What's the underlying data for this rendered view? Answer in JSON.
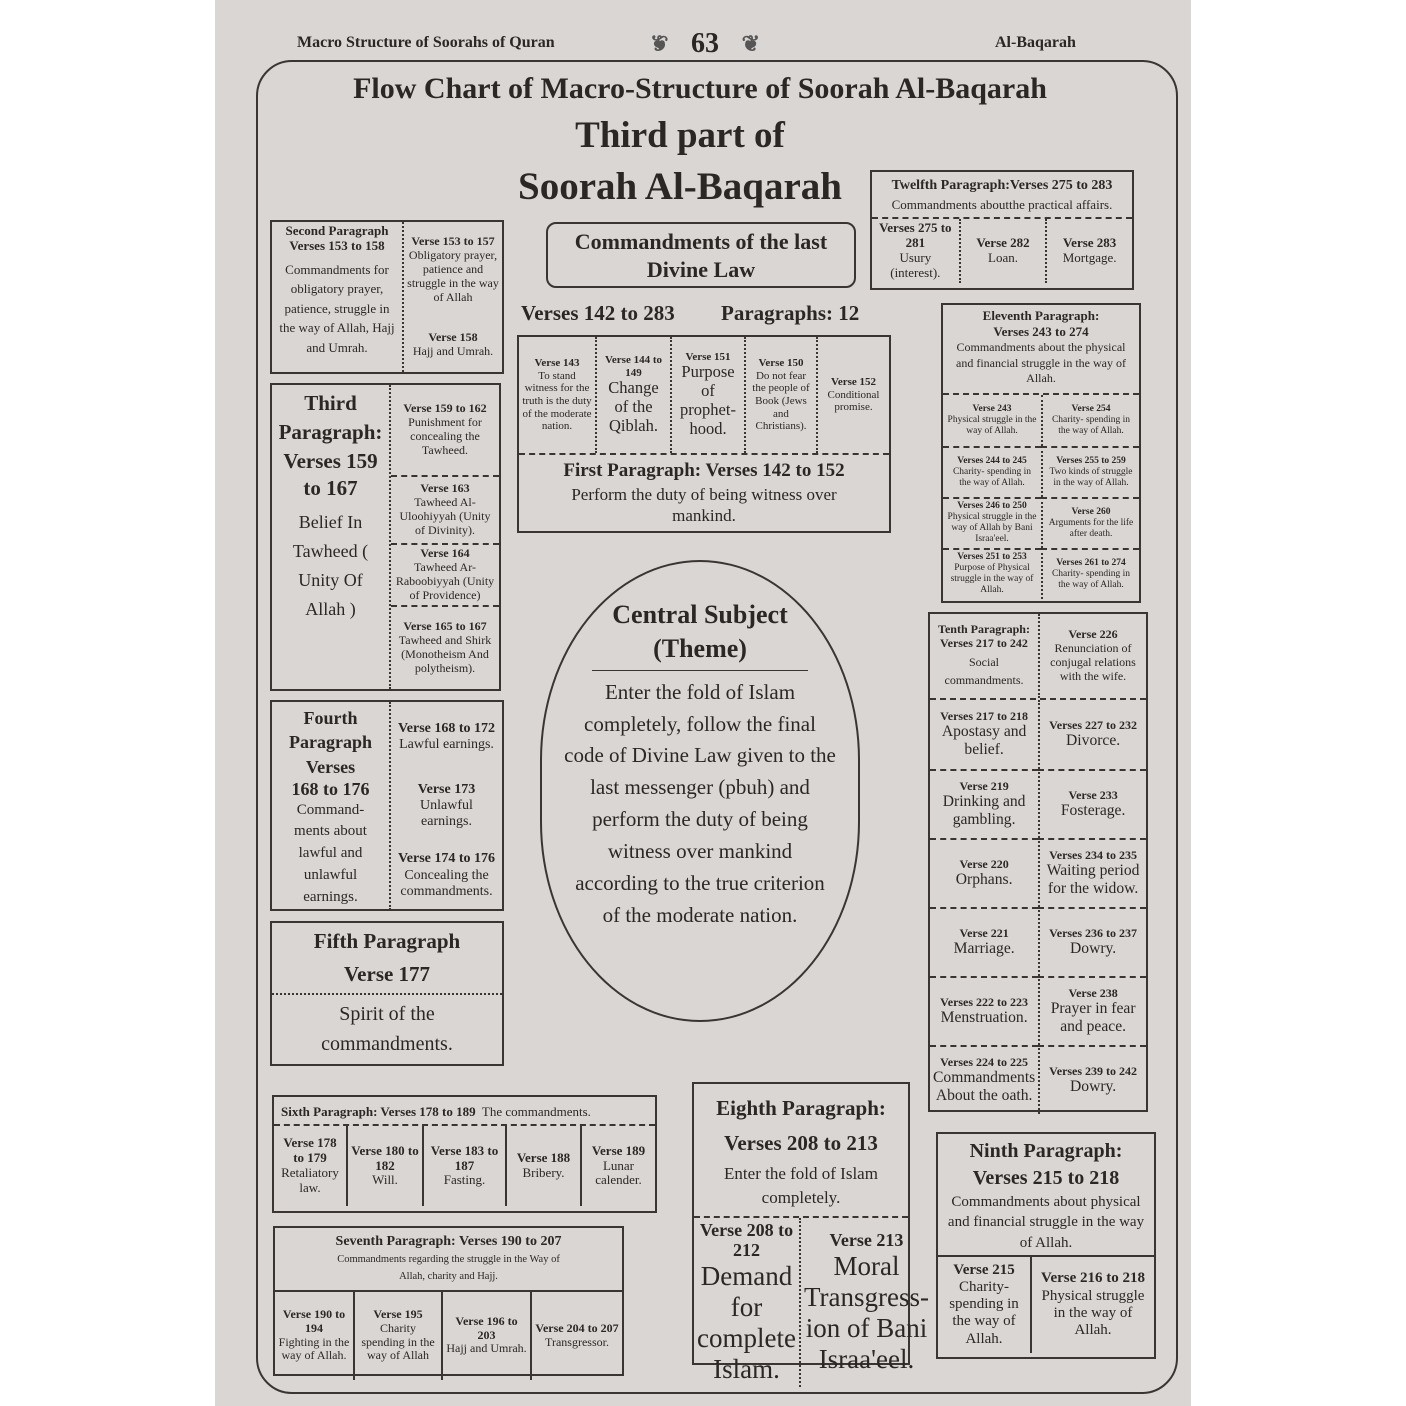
{
  "header": {
    "left": "Macro Structure of Soorahs of Quran",
    "page": "63",
    "right": "Al-Baqarah"
  },
  "title": {
    "line1": "Flow Chart of Macro-Structure of Soorah Al-Baqarah",
    "line2": "Third part of",
    "line3": "Soorah Al-Baqarah"
  },
  "commandments": "Commandments of the last Divine Law",
  "range": {
    "verses": "Verses 142 to 283",
    "paragraphs": "Paragraphs: 12"
  },
  "central": {
    "title": "Central Subject (Theme)",
    "text": "Enter the fold of Islam completely, follow the final code of Divine Law given to the last messenger (pbuh) and perform the duty of being witness over mankind according to the true criterion of the moderate nation."
  },
  "first": {
    "title": "First Paragraph: Verses 142 to 152",
    "desc": "Perform the duty of being witness over mankind.",
    "cells": [
      {
        "h": "Verse 143",
        "t": "To stand witness for the truth is the duty of the moderate nation."
      },
      {
        "h": "Verse 144 to 149",
        "t": "Change of the Qiblah."
      },
      {
        "h": "Verse 151",
        "t": "Purpose of prophet-hood."
      },
      {
        "h": "Verse 150",
        "t": "Do not fear the people of Book (Jews and Christians)."
      },
      {
        "h": "Verse 152",
        "t": "Conditional promise."
      }
    ]
  },
  "second": {
    "title": "Second Paragraph",
    "verses": "Verses 153 to 158",
    "desc": "Commandments for obligatory prayer, patience, struggle in the way of Allah, Hajj and Umrah.",
    "cells": [
      {
        "h": "Verse 153 to 157",
        "t": "Obligatory prayer, patience and struggle in the way of Allah"
      },
      {
        "h": "Verse 158",
        "t": "Hajj and Umrah."
      }
    ]
  },
  "third": {
    "title": "Third Paragraph:",
    "verses": "Verses 159 to 167",
    "desc": "Belief In Tawheed ( Unity Of Allah )",
    "cells": [
      {
        "h": "Verse 159 to 162",
        "t": "Punishment for concealing the Tawheed."
      },
      {
        "h": "Verse 163",
        "t": "Tawheed Al-Uloohiyyah (Unity of Divinity)."
      },
      {
        "h": "Verse 164",
        "t": "Tawheed Ar-Raboobiyyah (Unity of Providence)"
      },
      {
        "h": "Verse 165 to 167",
        "t": "Tawheed and Shirk (Monotheism And polytheism)."
      }
    ]
  },
  "fourth": {
    "title": "Fourth Paragraph Verses",
    "verses": "168 to 176",
    "desc": "Command-ments about lawful and unlawful earnings.",
    "cells": [
      {
        "h": "Verse 168 to 172",
        "t": "Lawful earnings."
      },
      {
        "h": "Verse 173",
        "t": "Unlawful earnings."
      },
      {
        "h": "Verse 174 to 176",
        "t": "Concealing the commandments."
      }
    ]
  },
  "fifth": {
    "title": "Fifth Paragraph",
    "verses": "Verse 177",
    "desc": "Spirit of the commandments."
  },
  "sixth": {
    "title": "Sixth Paragraph: Verses 178 to 189",
    "desc": "The commandments.",
    "cells": [
      {
        "h": "Verse 178 to 179",
        "t": "Retaliatory law."
      },
      {
        "h": "Verse 180 to 182",
        "t": "Will."
      },
      {
        "h": "Verse 183 to 187",
        "t": "Fasting."
      },
      {
        "h": "Verse 188",
        "t": "Bribery."
      },
      {
        "h": "Verse 189",
        "t": "Lunar calender."
      }
    ]
  },
  "seventh": {
    "title": "Seventh Paragraph: Verses 190 to 207",
    "desc": "Commandments regarding the struggle in the Way of Allah, charity and Hajj.",
    "cells": [
      {
        "h": "Verse 190 to 194",
        "t": "Fighting in the way of Allah."
      },
      {
        "h": "Verse 195",
        "t": "Charity spending in the way of Allah"
      },
      {
        "h": "Verse 196 to 203",
        "t": "Hajj and Umrah."
      },
      {
        "h": "Verse 204 to 207",
        "t": "Transgressor."
      }
    ]
  },
  "eighth": {
    "title": "Eighth Paragraph:",
    "verses": "Verses 208 to 213",
    "desc": "Enter the fold of Islam completely.",
    "cells": [
      {
        "h": "Verse 208 to 212",
        "t": "Demand for complete Islam."
      },
      {
        "h": "Verse 213",
        "t": "Moral Transgress-ion of Bani Israa'eel."
      }
    ]
  },
  "ninth": {
    "title": "Ninth Paragraph:",
    "verses": "Verses 215 to 218",
    "desc": "Commandments about physical and financial struggle in the way of Allah.",
    "cells": [
      {
        "h": "Verse 215",
        "t": "Charity-spending in the way of Allah."
      },
      {
        "h": "Verse 216 to 218",
        "t": "Physical struggle in the way of Allah."
      }
    ]
  },
  "tenth": {
    "title": "Tenth Paragraph:",
    "verses": "Verses 217 to 242",
    "desc": "Social commandments.",
    "cells": [
      {
        "h": "Verse 226",
        "t": "Renunciation of conjugal relations with the wife."
      },
      {
        "h": "Verses 217 to 218",
        "t": "Apostasy and belief."
      },
      {
        "h": "Verses 227 to 232",
        "t": "Divorce."
      },
      {
        "h": "Verse 219",
        "t": "Drinking and gambling."
      },
      {
        "h": "Verse 233",
        "t": "Fosterage."
      },
      {
        "h": "Verse 220",
        "t": "Orphans."
      },
      {
        "h": "Verses 234 to 235",
        "t": "Waiting period for the widow."
      },
      {
        "h": "Verse 221",
        "t": "Marriage."
      },
      {
        "h": "Verses 236 to 237",
        "t": "Dowry."
      },
      {
        "h": "Verses 222 to 223",
        "t": "Menstruation."
      },
      {
        "h": "Verse 238",
        "t": "Prayer in fear and peace."
      },
      {
        "h": "Verses 224 to 225",
        "t": "Commandments About the oath."
      },
      {
        "h": "Verses 239 to 242",
        "t": "Dowry."
      }
    ]
  },
  "eleventh": {
    "title": "Eleventh Paragraph:",
    "verses": "Verses 243 to 274",
    "desc": "Commandments about the physical and financial struggle in the way of Allah.",
    "cells": [
      {
        "h": "Verse 243",
        "t": "Physical struggle in the way of Allah."
      },
      {
        "h": "Verse 254",
        "t": "Charity- spending in the way of Allah."
      },
      {
        "h": "Verses 244 to 245",
        "t": "Charity- spending in the way of Allah."
      },
      {
        "h": "Verses 255 to 259",
        "t": "Two kinds of struggle in the way of Allah."
      },
      {
        "h": "Verses 246 to 250",
        "t": "Physical struggle in the way of Allah by Bani Israa'eel."
      },
      {
        "h": "Verse 260",
        "t": "Arguments for the life after death."
      },
      {
        "h": "Verses 251 to 253",
        "t": "Purpose of Physical struggle in the way of Allah."
      },
      {
        "h": "Verses 261 to 274",
        "t": "Charity- spending in the way of Allah."
      }
    ]
  },
  "twelfth": {
    "title": "Twelfth Paragraph:Verses 275 to 283",
    "desc": "Commandments aboutthe practical affairs.",
    "cells": [
      {
        "h": "Verses 275 to 281",
        "t": "Usury (interest)."
      },
      {
        "h": "Verse 282",
        "t": "Loan."
      },
      {
        "h": "Verse 283",
        "t": "Mortgage."
      }
    ]
  }
}
